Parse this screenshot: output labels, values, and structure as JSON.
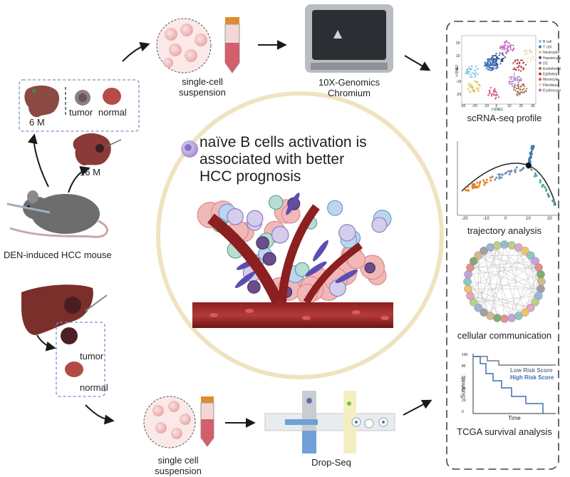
{
  "top_path": {
    "age_6m": "6 M",
    "tumor": "tumor",
    "normal": "normal",
    "age_16m": "16 M",
    "mouse": "DEN-induced HCC mouse",
    "suspension_line1": "single-cell",
    "suspension_line2": "suspension",
    "chromium_line1": "10X-Genomics",
    "chromium_line2": "Chromium"
  },
  "bottom_path": {
    "tumor": "tumor",
    "normal": "normal",
    "suspension_line1": "single cell",
    "suspension_line2": "suspension",
    "dropseq": "Drop-Seq"
  },
  "center": {
    "title_line1": "naïve B cells activation is",
    "title_line2": "associated with better",
    "title_line3": "HCC prognosis"
  },
  "panels": {
    "tsne": {
      "label": "scRNA-seq profile",
      "xaxis": "t-SNE1",
      "yaxis": "t-SNE2",
      "xticks": [
        "-30",
        "-20",
        "-10",
        "0",
        "10",
        "20",
        "30"
      ],
      "yticks": [
        "20",
        "10",
        "0",
        "-10",
        "-20"
      ],
      "legend": [
        {
          "name": "B cell",
          "color": "#7ec8e3"
        },
        {
          "name": "T cell",
          "color": "#3f6fb6"
        },
        {
          "name": "Neutrophil",
          "color": "#d8c65a"
        },
        {
          "name": "Hepatocyte",
          "color": "#2f4f8f"
        },
        {
          "name": "DC",
          "color": "#a97fc1"
        },
        {
          "name": "Endothelial",
          "color": "#9a6b3e"
        },
        {
          "name": "Epithelial",
          "color": "#b23a3a"
        },
        {
          "name": "Monocyte",
          "color": "#d24e86"
        },
        {
          "name": "Fibroblast",
          "color": "#e7d9a5"
        },
        {
          "name": "Erythrocyte",
          "color": "#c75ec0"
        }
      ]
    },
    "trajectory": {
      "label": "trajectory analysis",
      "xticks": [
        "-20",
        "-10",
        "0",
        "10",
        "20"
      ]
    },
    "communication": {
      "label": "cellular communication"
    },
    "survival": {
      "label": "TCGA survival analysis",
      "low_label": "Low Risk Score",
      "high_label": "High Risk Score",
      "low_color": "#6b7a8a",
      "high_color": "#3b6fb6",
      "yaxis": "Survival",
      "xaxis": "Time",
      "yticks": [
        "100",
        "80",
        "60",
        "40",
        "20",
        "0"
      ]
    }
  }
}
